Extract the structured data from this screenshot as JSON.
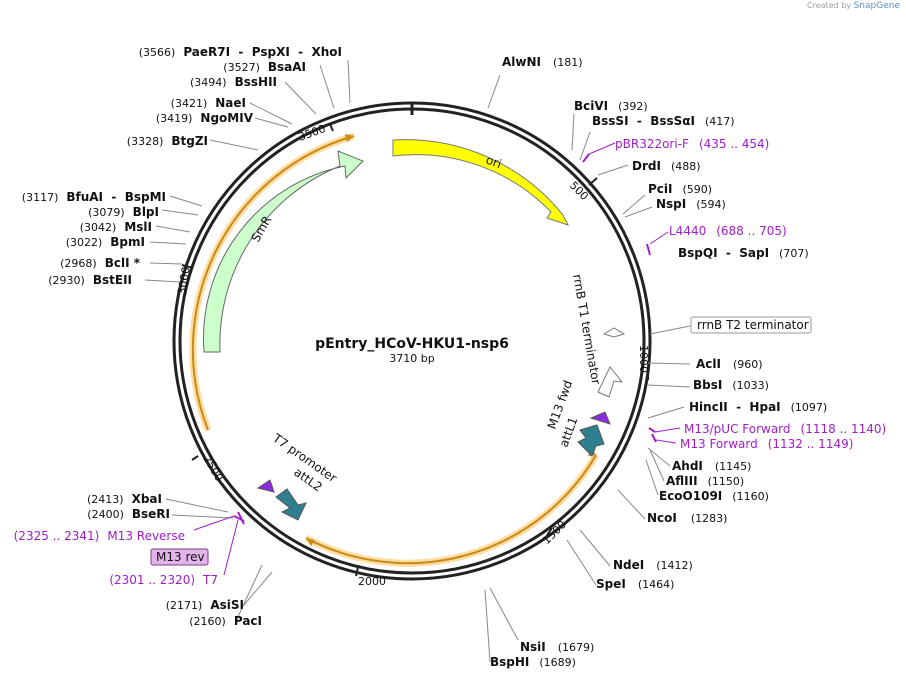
{
  "credit": {
    "prefix": "Created by",
    "brand": "SnapGene"
  },
  "plasmid": {
    "name": "pEntry_HCoV-HKU1-nsp6",
    "length_label": "3710 bp"
  },
  "ticks": [
    "500",
    "1000",
    "1500",
    "2000",
    "2500",
    "3000",
    "3500"
  ],
  "sites": [
    {
      "name": "AlwNI",
      "pos": "(181)"
    },
    {
      "name": "BciVI",
      "pos": "(392)"
    },
    {
      "name": "BssSI  -  BssSαI",
      "pos": "(417)"
    },
    {
      "name": "DrdI",
      "pos": "(488)"
    },
    {
      "name": "PciI",
      "pos": "(590)"
    },
    {
      "name": "NspI",
      "pos": "(594)"
    },
    {
      "name": "BspQI  -  SapI",
      "pos": "(707)"
    },
    {
      "name": "AclI",
      "pos": "(960)"
    },
    {
      "name": "BbsI",
      "pos": "(1033)"
    },
    {
      "name": "HincII  -  HpaI",
      "pos": "(1097)"
    },
    {
      "name": "AhdI",
      "pos": "(1145)"
    },
    {
      "name": "AflIII",
      "pos": "(1150)"
    },
    {
      "name": "EcoO109I",
      "pos": "(1160)"
    },
    {
      "name": "NcoI",
      "pos": "(1283)"
    },
    {
      "name": "NdeI",
      "pos": "(1412)"
    },
    {
      "name": "SpeI",
      "pos": "(1464)"
    },
    {
      "name": "NsiI",
      "pos": "(1679)"
    },
    {
      "name": "BspHI",
      "pos": "(1689)"
    },
    {
      "name": "AsiSI",
      "pos": "(2171)"
    },
    {
      "name": "PacI",
      "pos": "(2160)"
    },
    {
      "name": "XbaI",
      "pos": "(2413)"
    },
    {
      "name": "BseRI",
      "pos": "(2400)"
    },
    {
      "name": "BstEII",
      "pos": "(2930)"
    },
    {
      "name": "BclI *",
      "pos": "(2968)"
    },
    {
      "name": "BpmI",
      "pos": "(3022)"
    },
    {
      "name": "MslI",
      "pos": "(3042)"
    },
    {
      "name": "BlpI",
      "pos": "(3079)"
    },
    {
      "name": "BfuAI  -  BspMI",
      "pos": "(3117)"
    },
    {
      "name": "BtgZI",
      "pos": "(3328)"
    },
    {
      "name": "NgoMIV",
      "pos": "(3419)"
    },
    {
      "name": "NaeI",
      "pos": "(3421)"
    },
    {
      "name": "BssHII",
      "pos": "(3494)"
    },
    {
      "name": "BsaAI",
      "pos": "(3527)"
    },
    {
      "name": "PaeR7I  -  PspXI  -  XhoI",
      "pos": "(3566)"
    }
  ],
  "primers": [
    {
      "name": "pBR322ori-F",
      "range": "(435 .. 454)"
    },
    {
      "name": "L4440",
      "range": "(688 .. 705)"
    },
    {
      "name": "M13/pUC Forward",
      "range": "(1118 .. 1140)"
    },
    {
      "name": "M13 Forward",
      "range": "(1132 .. 1149)"
    },
    {
      "name": "M13 Reverse",
      "range": "(2325 .. 2341)"
    },
    {
      "name": "T7",
      "range": "(2301 .. 2320)"
    }
  ],
  "features": {
    "ori": "ori",
    "smr": "SmR",
    "rrnb_t1": "rrnB T1 terminator",
    "rrnb_t2": "rrnB T2 terminator",
    "m13_fwd": "M13 fwd",
    "attl1": "attL1",
    "t7_promoter": "T7 promoter",
    "attl2": "attL2",
    "m13_rev": "M13 rev"
  },
  "colors": {
    "ori": "#ffff00",
    "smr": "#ccffcc",
    "insert_highlight": "#ffe0a0",
    "att": "#2e7f8f",
    "primer": "#a020c8",
    "primer_box_fill": "#e3b4ea"
  }
}
